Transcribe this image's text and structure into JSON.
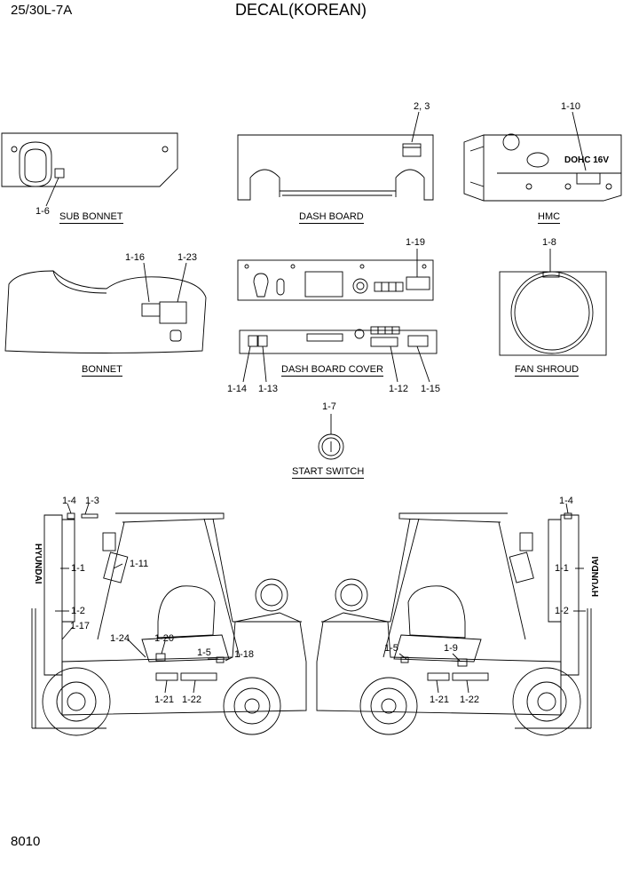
{
  "header": {
    "model": "25/30L-7A",
    "title": "DECAL(KOREAN)"
  },
  "footer": {
    "page": "8010"
  },
  "captions": {
    "sub_bonnet": "SUB BONNET",
    "dash_board": "DASH BOARD",
    "hmc": "HMC",
    "bonnet": "BONNET",
    "dash_board_cover": "DASH BOARD COVER",
    "fan_shroud": "FAN SHROUD",
    "start_switch": "START SWITCH"
  },
  "engine_text": {
    "dohc": "DOHC 16V"
  },
  "mast_text": {
    "left": "HYUNDAI",
    "right": "HYUNDAI"
  },
  "callouts": {
    "c_2_3": "2, 3",
    "c_1_10": "1-10",
    "c_1_6": "1-6",
    "c_1_16": "1-16",
    "c_1_23": "1-23",
    "c_1_19": "1-19",
    "c_1_8": "1-8",
    "c_1_14": "1-14",
    "c_1_13": "1-13",
    "c_1_12": "1-12",
    "c_1_15": "1-15",
    "c_1_7": "1-7",
    "l_1_4": "1-4",
    "l_1_3": "1-3",
    "l_1_1": "1-1",
    "l_1_11": "1-11",
    "l_1_2": "1-2",
    "l_1_17": "1-17",
    "l_1_24": "1-24",
    "l_1_20": "1-20",
    "l_1_5": "1-5",
    "l_1_18": "1-18",
    "l_1_21": "1-21",
    "l_1_22": "1-22",
    "r_1_4": "1-4",
    "r_1_1": "1-1",
    "r_1_2": "1-2",
    "r_1_5": "1-5",
    "r_1_9": "1-9",
    "r_1_21": "1-21",
    "r_1_22": "1-22"
  }
}
